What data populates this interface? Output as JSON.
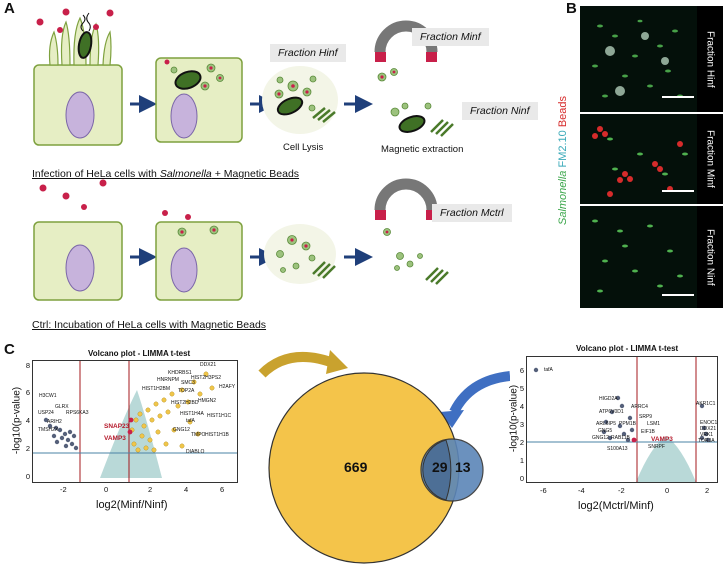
{
  "panels": {
    "a": "A",
    "b": "B",
    "c": "C"
  },
  "panel_a": {
    "fractions": {
      "hinf": "Fraction Hinf",
      "minf": "Fraction Minf",
      "ninf": "Fraction Ninf",
      "mctrl": "Fraction Mctrl"
    },
    "cell_lysis": "Cell Lysis",
    "magnetic_extraction": "Magnetic extraction",
    "infection_caption_pre": "Infection of HeLa cells with ",
    "infection_caption_italic": "Salmonella",
    "infection_caption_post": " + Magnetic Beads",
    "ctrl_caption": "Ctrl: Incubation of HeLa cells with Magnetic Beads"
  },
  "panel_b": {
    "legend_salmonella": "Salmonella",
    "legend_fm": "FM2.10",
    "legend_beads": "Beads",
    "labels": [
      "Fraction Hinf",
      "Fraction Minf",
      "Fraction Ninf"
    ]
  },
  "volcano_left": {
    "title": "Volcano plot - LIMMA t-test",
    "ylabel": "-log10(p-value)",
    "xlabel": "log2(Minf/Ninf)",
    "xticks": [
      "-2",
      "0",
      "2",
      "4",
      "6"
    ],
    "yticks": [
      "0",
      "2",
      "4",
      "6",
      "8"
    ],
    "highlight": [
      "SNAP23",
      "VAMP3"
    ],
    "genes_left": [
      "H3CW1",
      "GLRX",
      "RPS6KA3",
      "USP24",
      "ARIH2",
      "TMSH2X"
    ],
    "genes_right": [
      "DDX21",
      "KHDRBS1",
      "HIST2H3PS2",
      "HNRNPM",
      "SMC3",
      "H2AFY",
      "HIST1H2BM",
      "TOP2A",
      "HMGN2",
      "HIST2H2BD",
      "tafA",
      "HIST1H4A",
      "HIST1H1C",
      "GNG12",
      "TMPO",
      "HIST1H1B",
      "DIABLO"
    ]
  },
  "venn": {
    "left": "669",
    "overlap": "29",
    "right": "13"
  },
  "volcano_right": {
    "title": "Volcano plot - LIMMA t-test",
    "ylabel": "-log10(p-value)",
    "xlabel": "log2(Mctrl/Minf)",
    "xticks": [
      "-6",
      "-4",
      "-2",
      "0",
      "2"
    ],
    "yticks": [
      "0",
      "1",
      "2",
      "3",
      "4",
      "5",
      "6"
    ],
    "highlight": [
      "VAMP3"
    ],
    "genes_left": [
      "tafA",
      "HIGD2A",
      "ARRC4",
      "ATP6V0D1",
      "SRP9",
      "ARL6IP5",
      "PPM1B",
      "LSM1",
      "GNG5",
      "EIF1B",
      "GNG12",
      "RAB11B",
      "S100A13",
      "SNRPF"
    ],
    "genes_right": [
      "AKR1C1",
      "ENOC1",
      "DDX21",
      "VRK1",
      "TOR3A"
    ]
  }
}
